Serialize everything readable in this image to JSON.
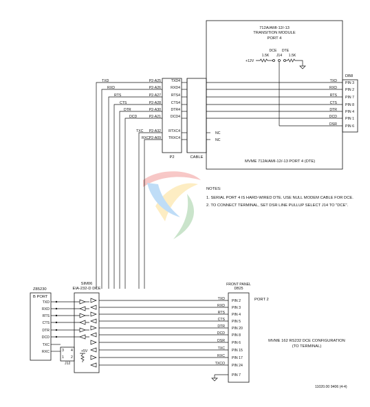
{
  "module": {
    "title_line1": "712A/AMI-12/-13",
    "title_line2": "TRANSITION MODULE",
    "port": "PORT 4",
    "footer": "MVME 712A/AMI-12/-13 PORT 4 (DTE)",
    "jumper": {
      "dce_label": "DCE",
      "dte_label": "DTE",
      "r1": "1.5K",
      "r2": "1.5K",
      "j14": "J14",
      "supply": "+12V"
    }
  },
  "db8": {
    "title": "DB8",
    "pins": [
      "PIN 3",
      "PIN 2",
      "PIN 7",
      "PIN 8",
      "PIN 4",
      "PIN 1",
      "PIN 6"
    ],
    "signals": [
      "TXD",
      "RXD",
      "RTS",
      "CTS",
      "DTR",
      "DCD",
      "DSR"
    ]
  },
  "p2": {
    "label": "P2",
    "cable_label": "CABLE",
    "nc": "NC",
    "rows": [
      {
        "signal": "TXD",
        "pin": "P2-A25",
        "name": "TXD4"
      },
      {
        "signal": "RXD",
        "pin": "P2-A26",
        "name": "RXD4"
      },
      {
        "signal": "RTS",
        "pin": "P2-A27",
        "name": "RTS4"
      },
      {
        "signal": "CTS",
        "pin": "P2-A28",
        "name": "CTS4"
      },
      {
        "signal": "DTR",
        "pin": "P2-A30",
        "name": "DTR4"
      },
      {
        "signal": "DCD",
        "pin": "P2-A21",
        "name": "DCD4"
      },
      {
        "signal": "TXC",
        "pin": "P2-A32",
        "name": "RTXC4"
      },
      {
        "signal": "RXC",
        "pin": "P2-A09",
        "name": "TRXC4"
      }
    ]
  },
  "notes": {
    "title": "NOTES:",
    "items": [
      "1.   SERIAL PORT 4  IS HARD-WIRED DTE.  USE NULL MODEM CABLE FOR DCE.",
      "2.   TO CONNECT TERMINAL, SET  DSR  LINE PULLUP SELECT J14 TO \"DCE\"."
    ]
  },
  "z85230": {
    "title": "Z85230",
    "port": "B PORT",
    "signals": [
      "TXD",
      "RXD",
      "RTS",
      "CTS",
      "DTR",
      "DCD",
      "TXC",
      "RXC"
    ],
    "j12": "J12",
    "jumper_pins": [
      "3",
      "4",
      "1",
      "2"
    ]
  },
  "sim": {
    "title_line1": "SIM06",
    "title_line2": "EIA-232-D DCE",
    "supply": "+5V"
  },
  "db25": {
    "title_line1": "FRONT PANEL",
    "title_line2": "DB25",
    "port": "PORT 2",
    "signals": [
      "TXD",
      "RXD",
      "RTS",
      "CTS",
      "DTR",
      "DCD",
      "DSR",
      "TXC",
      "RXC",
      "TXCO"
    ],
    "pins": [
      "PIN 2",
      "PIN 3",
      "PIN 4",
      "PIN 5",
      "PIN 20",
      "PIN 8",
      "PIN 6",
      "PIN 15",
      "PIN 17",
      "PIN 24",
      "PIN 7"
    ]
  },
  "config_label_line1": "MVME 162 RS232 DCE CONFIGURATION",
  "config_label_line2": "(TO TERMINAL)",
  "figure_id": "11020.00 9406 (4-4)",
  "watermark_colors": [
    "#e53935",
    "#fbc02d",
    "#1e88e5",
    "#43a047"
  ]
}
